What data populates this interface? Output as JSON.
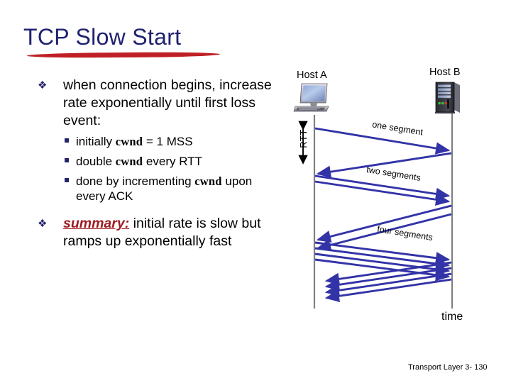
{
  "slide": {
    "title": "TCP Slow Start",
    "footer": "Transport Layer 3- 130"
  },
  "bullets": [
    {
      "marker": "❖",
      "text": "when connection begins, increase rate exponentially until first loss event:",
      "sub": [
        {
          "marker": "square",
          "parts": [
            "initially ",
            "cwnd",
            " = 1 MSS"
          ]
        },
        {
          "marker": "square",
          "parts": [
            "double ",
            "cwnd",
            " every RTT"
          ]
        },
        {
          "marker": "square",
          "parts": [
            "done by incrementing ",
            "cwnd",
            " upon every ACK"
          ]
        }
      ]
    },
    {
      "marker": "❖",
      "emphasis": "summary:",
      "text": " initial rate is slow but ramps up exponentially fast"
    }
  ],
  "diagram": {
    "host_a_label": "Host A",
    "host_b_label": "Host B",
    "rtt_label": "RTT",
    "time_label": "time",
    "segment_labels": {
      "one": "one segment",
      "two": "two segments",
      "four": "four segments"
    },
    "colors": {
      "arrow": "#3333A8",
      "timeline": "#808080",
      "title": "#1F2170",
      "underline": "#BF2026",
      "bullet_marker": "#24246B",
      "summary": "#9E1B20"
    }
  }
}
